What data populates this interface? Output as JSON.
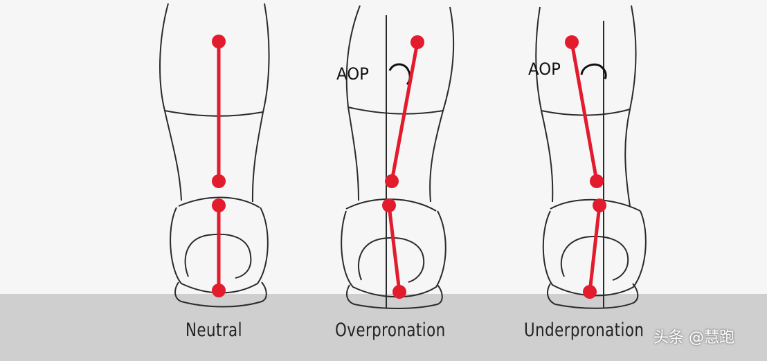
{
  "figure": {
    "panels": [
      {
        "label": "Neutral"
      },
      {
        "label": "Overpronation",
        "angle_label": "AOP"
      },
      {
        "label": "Underpronation",
        "angle_label": "AOP"
      }
    ]
  },
  "colors": {
    "background": "#f6f6f6",
    "floor": "#cfcfcf",
    "outline": "#2a2a2a",
    "marker": "#e21b2d"
  },
  "watermark": "头条 @慧跑"
}
